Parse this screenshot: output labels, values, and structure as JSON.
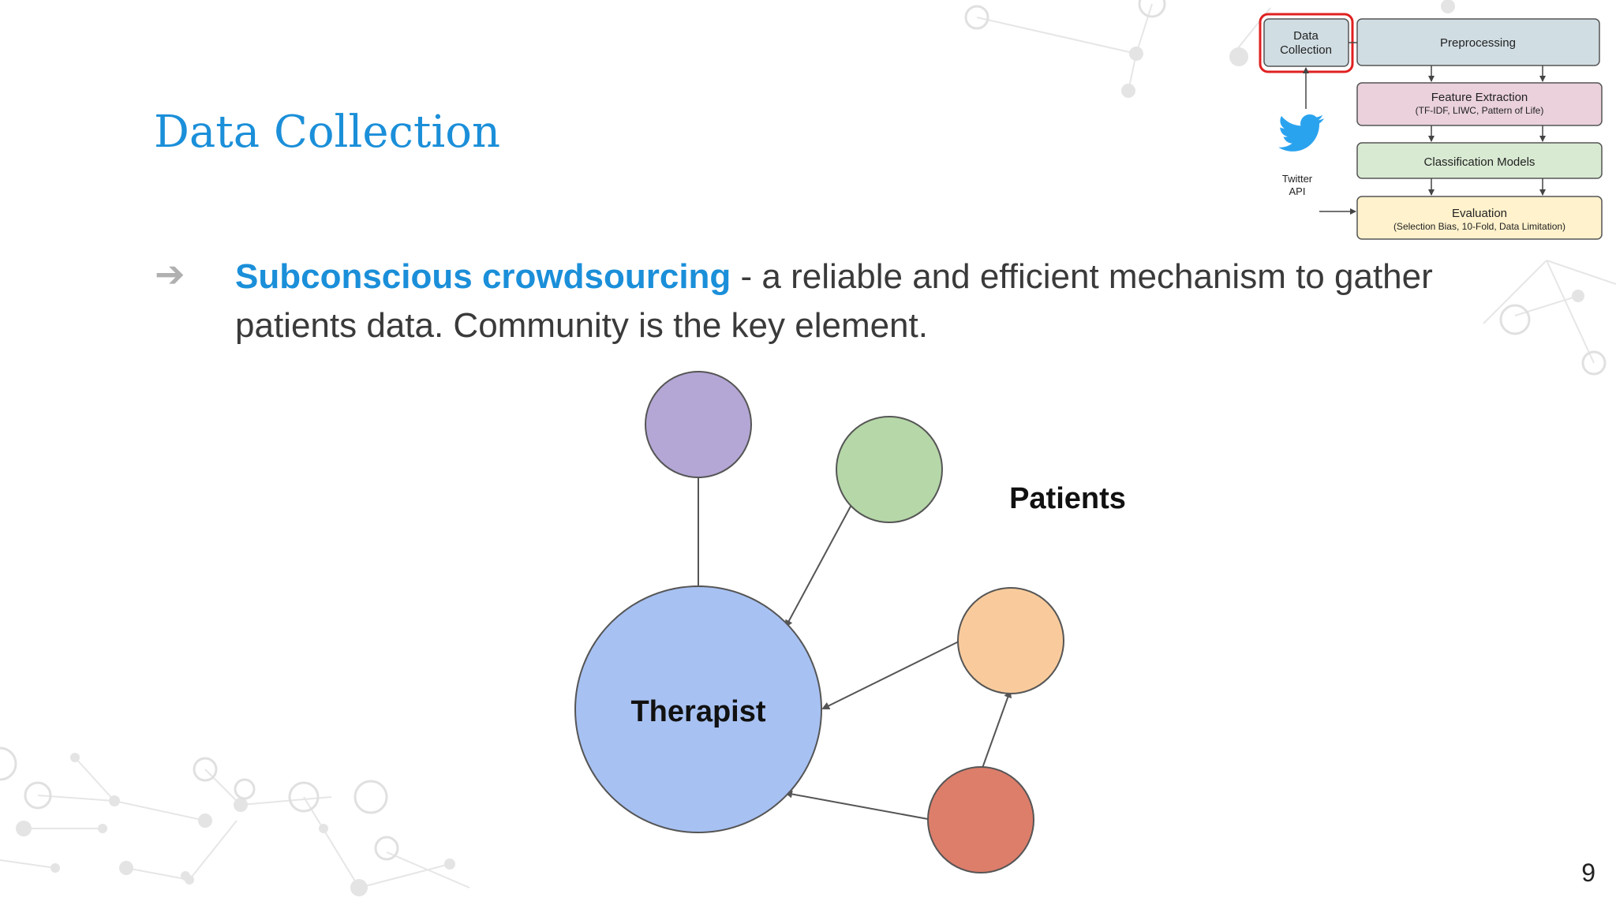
{
  "slide": {
    "title": "Data Collection",
    "page_number": "9"
  },
  "bullet": {
    "arrow_icon": "right-arrow-icon",
    "highlight": "Subconscious crowdsourcing",
    "text": " - a reliable and efficient mechanism to gather patients data. Community is the key element."
  },
  "diagram": {
    "therapist_label": "Therapist",
    "patients_label": "Patients",
    "colors": {
      "therapist": "#a7c1f2",
      "purple": "#b4a7d6",
      "green": "#b6d7a8",
      "orange": "#f9cb9c",
      "red": "#dd7e6b"
    }
  },
  "pipeline": {
    "data_collection": [
      "Data",
      "Collection"
    ],
    "preprocessing": "Preprocessing",
    "feature_extraction": "Feature Extraction",
    "feature_extraction_sub": "(TF-IDF, LIWC, Pattern of Life)",
    "classification": "Classification Models",
    "evaluation": "Evaluation",
    "evaluation_sub": "(Selection Bias, 10-Fold, Data Limitation)",
    "twitter_label": [
      "Twitter",
      "API"
    ],
    "twitter_icon": "twitter-bird-icon"
  }
}
